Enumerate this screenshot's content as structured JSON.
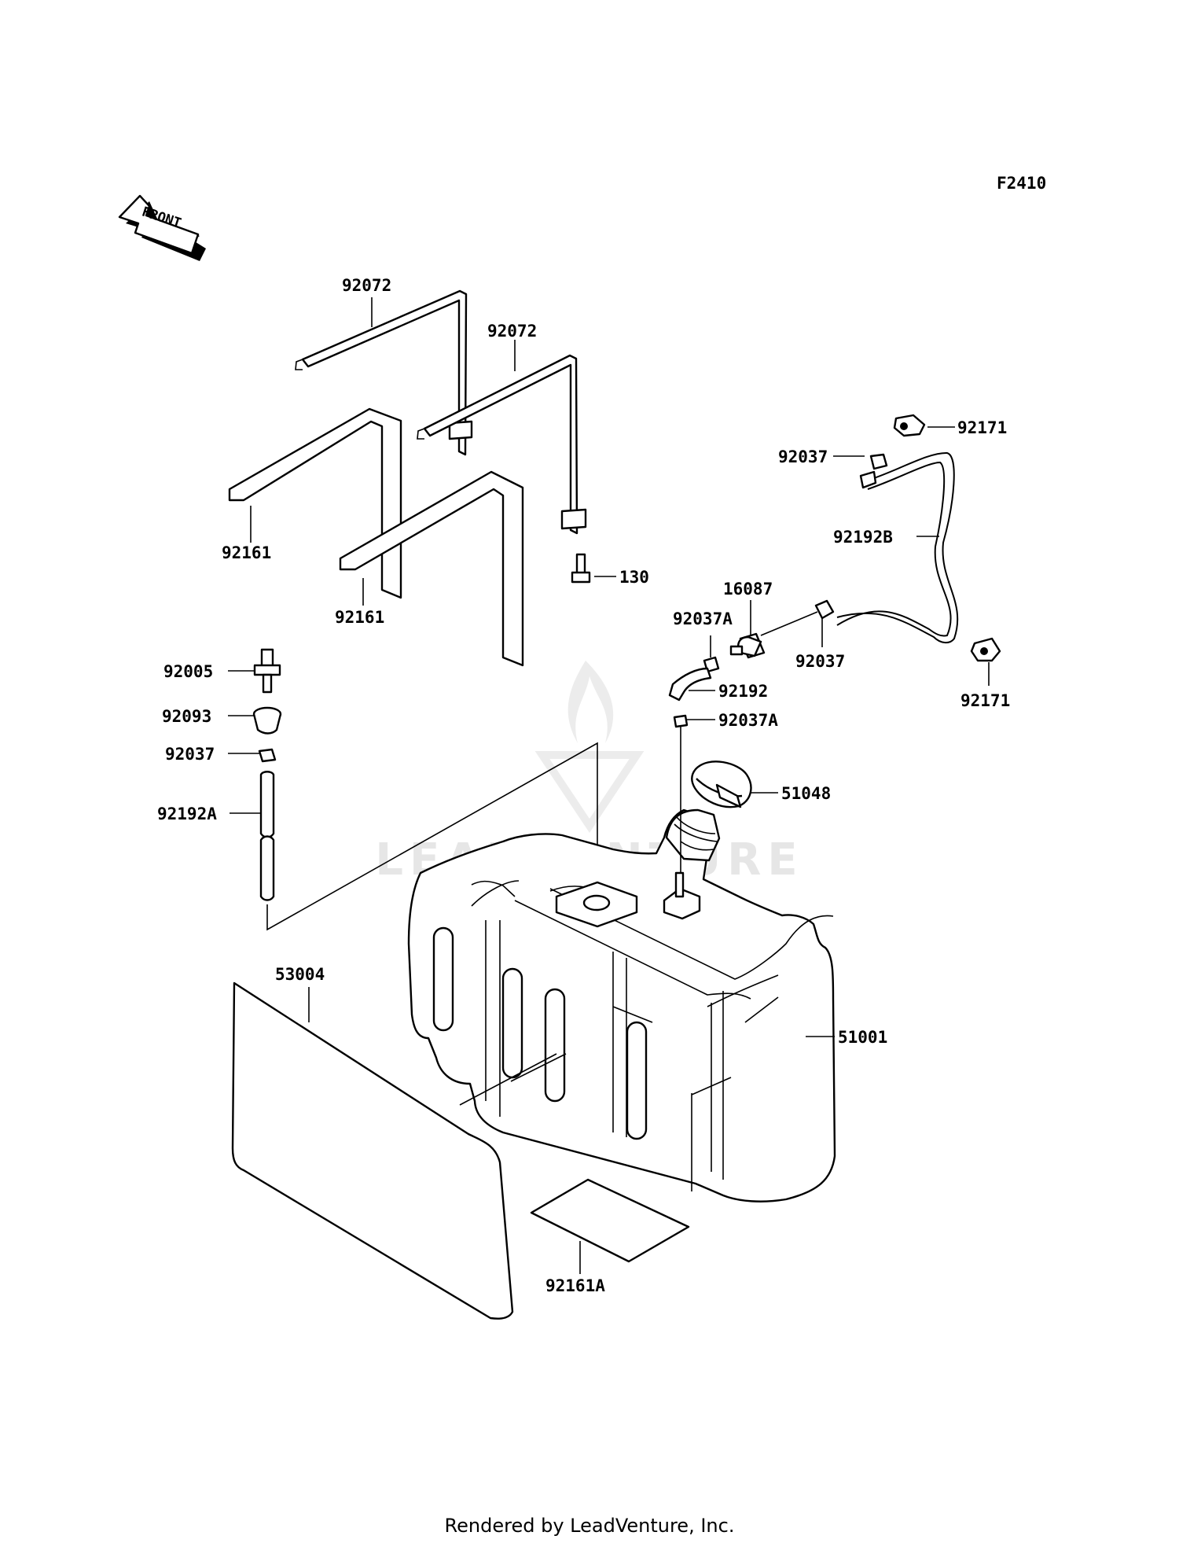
{
  "diagram": {
    "code": "F2410",
    "front_label": "FRONT",
    "watermark": "LEADVENTURE",
    "footer": "Rendered by LeadVenture, Inc.",
    "callouts": {
      "c92072a": "92072",
      "c92072b": "92072",
      "c92161a": "92161",
      "c92161b": "92161",
      "c130": "130",
      "c92171a": "92171",
      "c92171b": "92171",
      "c92037a": "92037",
      "c92037b": "92037",
      "c92037c": "92037",
      "c92192b": "92192B",
      "c16087": "16087",
      "c92037aa": "92037A",
      "c92037ab": "92037A",
      "c92192": "92192",
      "c92005": "92005",
      "c92093": "92093",
      "c92192a": "92192A",
      "c51048": "51048",
      "c53004": "53004",
      "c51001": "51001",
      "c92161aa": "92161A"
    }
  }
}
